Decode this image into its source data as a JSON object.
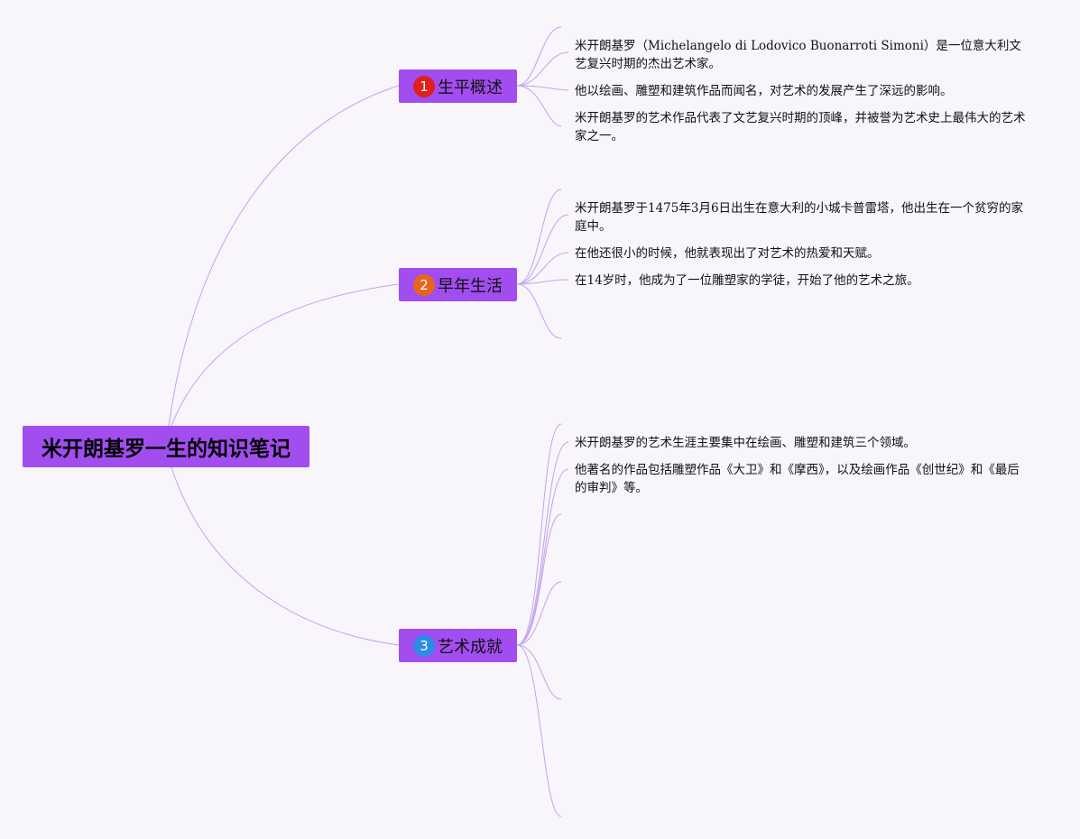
{
  "root": {
    "title": "米开朗基罗一生的知识笔记"
  },
  "branches": [
    {
      "index": "1",
      "label": "生平概述",
      "badge_color": "#e0201d",
      "leaves": [
        "米开朗基罗（Michelangelo di Lodovico Buonarroti Simoni）是一位意大利文艺复兴时期的杰出艺术家。",
        "他以绘画、雕塑和建筑作品而闻名，对艺术的发展产生了深远的影响。",
        "米开朗基罗的艺术作品代表了文艺复兴时期的顶峰，并被誉为艺术史上最伟大的艺术家之一。"
      ]
    },
    {
      "index": "2",
      "label": "早年生活",
      "badge_color": "#e8651c",
      "leaves": [
        "米开朗基罗于1475年3月6日出生在意大利的小城卡普雷塔，他出生在一个贫穷的家庭中。",
        "在他还很小的时候，他就表现出了对艺术的热爱和天赋。",
        "在14岁时，他成为了一位雕塑家的学徒，开始了他的艺术之旅。"
      ]
    },
    {
      "index": "3",
      "label": "艺术成就",
      "badge_color": "#2b8be6",
      "leaves": [
        "米开朗基罗的艺术生涯主要集中在绘画、雕塑和建筑三个领域。",
        "他著名的作品包括雕塑作品《大卫》和《摩西》，以及绘画作品《创世纪》和《最后的审判》等。"
      ]
    }
  ],
  "colors": {
    "node_fill": "#a24df0",
    "connector": "#c3a3ea",
    "background": "#f8f5fb"
  }
}
